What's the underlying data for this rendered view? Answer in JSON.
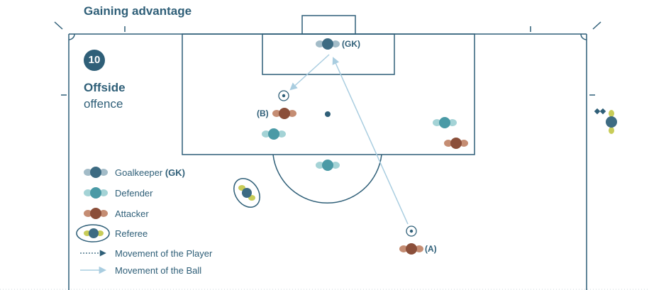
{
  "title": "Gaining advantage",
  "badge_number": "10",
  "heading": "Offside",
  "subheading": "offence",
  "labels": {
    "goalkeeper": "(GK)",
    "attacker_b": "(B)",
    "attacker_a": "(A)"
  },
  "legend": {
    "goalkeeper": "Goalkeeper",
    "goalkeeper_abbr": "(GK)",
    "defender": "Defender",
    "attacker": "Attacker",
    "referee": "Referee",
    "player_movement": "Movement of the Player",
    "ball_movement": "Movement of the Ball"
  },
  "colors": {
    "line": "#2f5f78",
    "goalkeeper": "#3d6b82",
    "defender": "#4a9aa6",
    "attacker": "#8b4f3a",
    "referee_accent": "#c8cc58",
    "ball_path": "#a9cde0"
  },
  "icons": [
    "goalkeeper-icon",
    "defender-icon",
    "attacker-icon",
    "referee-icon",
    "ball-icon",
    "assistant-referee-flag-icon"
  ]
}
